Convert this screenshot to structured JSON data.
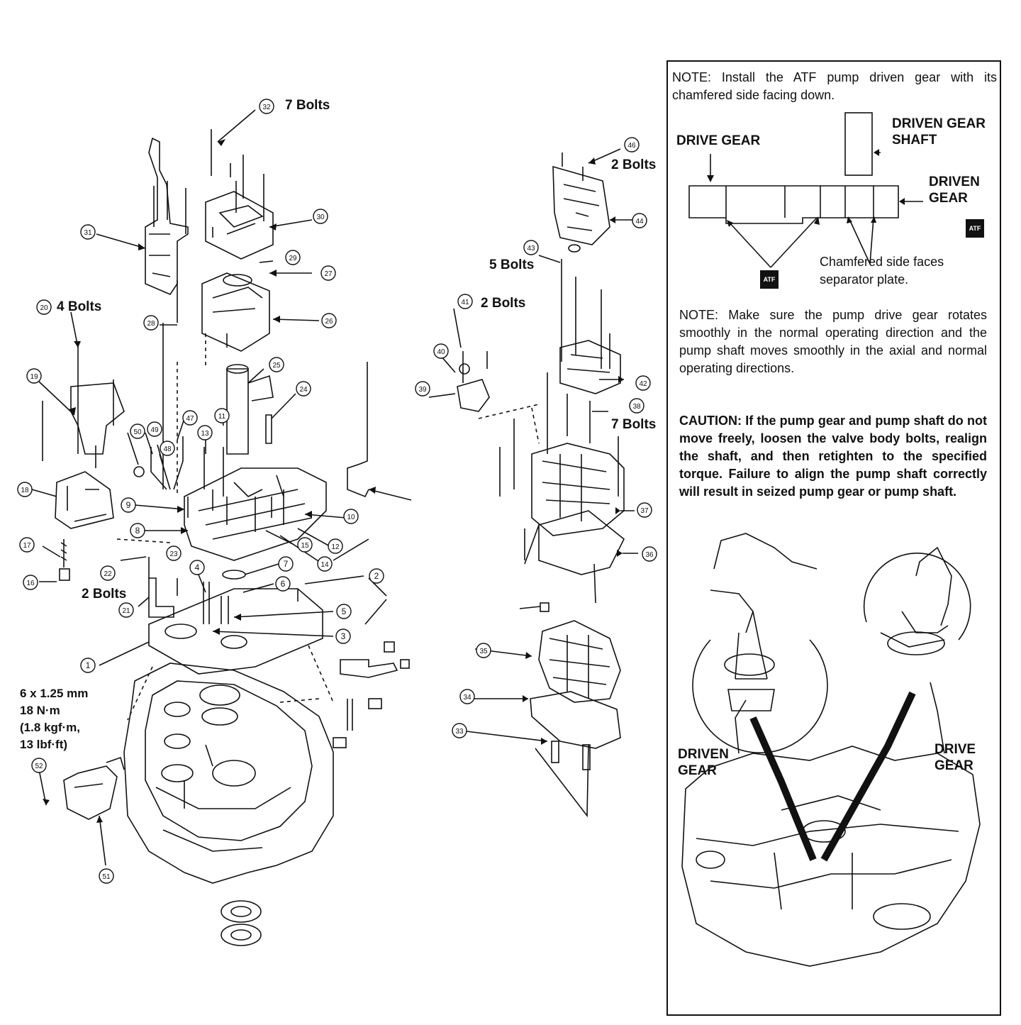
{
  "diagram": {
    "parts": [
      {
        "num": "1"
      },
      {
        "num": "2"
      },
      {
        "num": "3"
      },
      {
        "num": "4"
      },
      {
        "num": "5"
      },
      {
        "num": "6"
      },
      {
        "num": "7"
      },
      {
        "num": "8"
      },
      {
        "num": "9"
      },
      {
        "num": "10"
      },
      {
        "num": "11"
      },
      {
        "num": "12"
      },
      {
        "num": "13"
      },
      {
        "num": "14"
      },
      {
        "num": "15"
      },
      {
        "num": "16"
      },
      {
        "num": "17"
      },
      {
        "num": "18"
      },
      {
        "num": "19"
      },
      {
        "num": "20"
      },
      {
        "num": "21"
      },
      {
        "num": "22"
      },
      {
        "num": "23"
      },
      {
        "num": "24"
      },
      {
        "num": "25"
      },
      {
        "num": "26"
      },
      {
        "num": "27"
      },
      {
        "num": "28"
      },
      {
        "num": "29"
      },
      {
        "num": "30"
      },
      {
        "num": "31"
      },
      {
        "num": "32"
      },
      {
        "num": "33"
      },
      {
        "num": "34"
      },
      {
        "num": "35"
      },
      {
        "num": "36"
      },
      {
        "num": "37"
      },
      {
        "num": "38"
      },
      {
        "num": "39"
      },
      {
        "num": "40"
      },
      {
        "num": "41"
      },
      {
        "num": "42"
      },
      {
        "num": "43"
      },
      {
        "num": "44"
      },
      {
        "num": "46"
      },
      {
        "num": "47"
      },
      {
        "num": "48"
      },
      {
        "num": "49"
      },
      {
        "num": "50"
      },
      {
        "num": "51"
      },
      {
        "num": "52"
      },
      {
        "num": "11"
      },
      {
        "num": "23"
      }
    ],
    "bolt_labels": {
      "b32": "7 Bolts",
      "b20": "4 Bolts",
      "b22": "2 Bolts",
      "b46": "2 Bolts",
      "b43": "5 Bolts",
      "b41": "2 Bolts",
      "b38": "7 Bolts"
    },
    "spec": {
      "line1": "6 x 1.25 mm",
      "line2": "18 N·m",
      "line3": "(1.8 kgf·m,",
      "line4": "13 lbf·ft)"
    }
  },
  "panel": {
    "note1_label": "NOTE:",
    "note1_text": "Install the ATF pump driven gear with its chamfered side facing down.",
    "drive_gear_label": "DRIVE GEAR",
    "driven_gear_shaft_label": "DRIVEN GEAR SHAFT",
    "driven_gear_label": "DRIVEN GEAR",
    "chamfer_label": "Chamfered side faces separator plate.",
    "atf_badge": "ATF",
    "note2_label": "NOTE:",
    "note2_text": "Make sure the pump drive gear rotates smoothly in the normal operating direction and the pump shaft moves smoothly in the axial and normal operating directions.",
    "caution_label": "CAUTION:",
    "caution_text": "If the pump gear and pump shaft do not move freely, loosen the valve body bolts, realign the shaft, and then retighten to the specified torque. Failure to align the pump shaft correctly will result in seized pump gear or pump shaft.",
    "photo_driven_label": "DRIVEN GEAR",
    "photo_drive_label": "DRIVE GEAR"
  }
}
